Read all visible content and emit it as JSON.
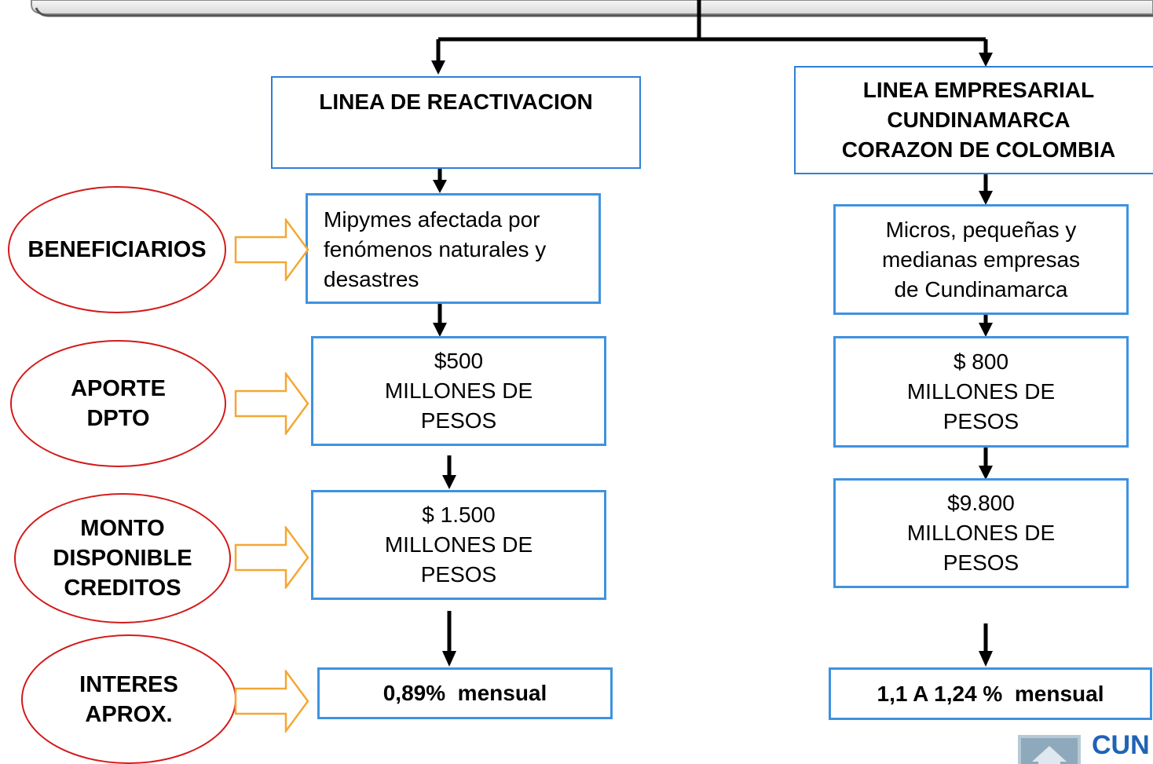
{
  "line_reactivacion": {
    "title": "LINEA DE REACTIVACION",
    "beneficiarios": [
      "Mipymes afectada por",
      "fenómenos naturales y",
      "desastres"
    ],
    "aporte": [
      "$500",
      "MILLONES DE",
      "PESOS"
    ],
    "monto": [
      "$ 1.500",
      "MILLONES DE",
      "PESOS"
    ],
    "interes": "0,89%  mensual"
  },
  "line_empresarial": {
    "title": [
      "LINEA EMPRESARIAL",
      "CUNDINAMARCA",
      "CORAZON DE COLOMBIA"
    ],
    "beneficiarios": [
      "Micros, pequeñas y",
      "medianas empresas",
      "de Cundinamarca"
    ],
    "aporte": [
      "$ 800",
      "MILLONES DE",
      "PESOS"
    ],
    "monto": [
      "$9.800",
      "MILLONES DE",
      "PESOS"
    ],
    "interes": "1,1 A 1,24 %  mensual"
  },
  "row_labels": {
    "beneficiarios": "BENEFICIARIOS",
    "aporte": [
      "APORTE",
      "DPTO"
    ],
    "monto": [
      "MONTO",
      "DISPONIBLE",
      "CREDITOS"
    ],
    "interes": [
      "INTERES",
      "APROX."
    ]
  },
  "logo": {
    "text": "CUN",
    "icon": "home-icon"
  },
  "colors": {
    "box_border": "#3f92e0",
    "ellipse_border": "#d41a1a",
    "block_arrow": "#f4a733",
    "connector": "#000000"
  }
}
